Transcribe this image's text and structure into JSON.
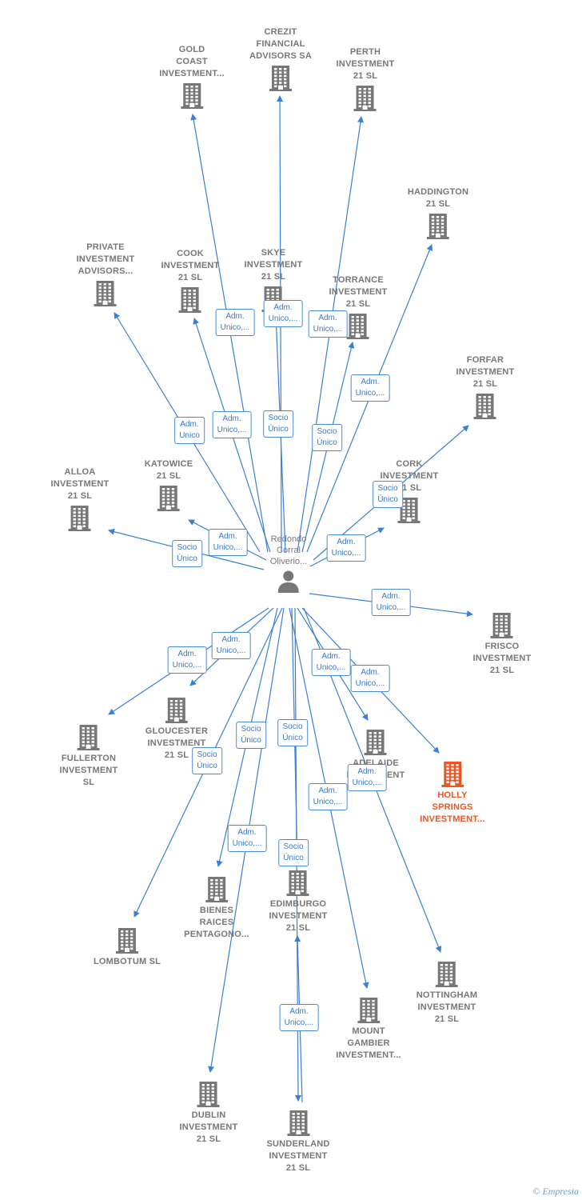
{
  "colors": {
    "edge": "#3a7fd5",
    "building": "#777777",
    "highlight": "#ee5522",
    "label": "#777777"
  },
  "center": {
    "label_lines": [
      "Redondo",
      "Corral",
      "Oliverio..."
    ],
    "icon": "person-icon"
  },
  "nodes": [
    {
      "id": "gold_coast",
      "lines": [
        "GOLD",
        "COAST",
        "INVESTMENT..."
      ]
    },
    {
      "id": "crezit",
      "lines": [
        "CREZIT",
        "FINANCIAL",
        "ADVISORS SA"
      ]
    },
    {
      "id": "perth",
      "lines": [
        "PERTH",
        "INVESTMENT",
        "21  SL"
      ]
    },
    {
      "id": "haddington",
      "lines": [
        "HADDINGTON",
        "21  SL"
      ]
    },
    {
      "id": "private",
      "lines": [
        "PRIVATE",
        "INVESTMENT",
        "ADVISORS..."
      ]
    },
    {
      "id": "cook",
      "lines": [
        "COOK",
        "INVESTMENT",
        "21  SL"
      ]
    },
    {
      "id": "skye",
      "lines": [
        "SKYE",
        "INVESTMENT",
        "21  SL"
      ]
    },
    {
      "id": "torrance",
      "lines": [
        "TORRANCE",
        "INVESTMENT",
        "21  SL"
      ]
    },
    {
      "id": "forfar",
      "lines": [
        "FORFAR",
        "INVESTMENT",
        "21  SL"
      ]
    },
    {
      "id": "katowice",
      "lines": [
        "KATOWICE",
        "21  SL"
      ]
    },
    {
      "id": "alloa",
      "lines": [
        "ALLOA",
        "INVESTMENT",
        "21  SL"
      ]
    },
    {
      "id": "cork",
      "lines": [
        "CORK",
        "INVESTMENT",
        "21  SL"
      ]
    },
    {
      "id": "frisco",
      "lines": [
        "FRISCO",
        "INVESTMENT",
        "21  SL"
      ]
    },
    {
      "id": "gloucester",
      "lines": [
        "GLOUCESTER",
        "INVESTMENT",
        "21  SL"
      ]
    },
    {
      "id": "fullerton",
      "lines": [
        "FULLERTON",
        "INVESTMENT",
        "SL"
      ]
    },
    {
      "id": "adelaide",
      "lines": [
        "ADELAIDE",
        "INVESTMENT"
      ]
    },
    {
      "id": "holly",
      "lines": [
        "HOLLY",
        "SPRINGS",
        "INVESTMENT..."
      ],
      "highlight": true
    },
    {
      "id": "bienes",
      "lines": [
        "BIENES",
        "RAICES",
        "PENTAGONO..."
      ]
    },
    {
      "id": "edimburgo",
      "lines": [
        "EDIMBURGO",
        "INVESTMENT",
        "21  SL"
      ]
    },
    {
      "id": "lombotum",
      "lines": [
        "LOMBOTUM  SL"
      ]
    },
    {
      "id": "nottingham",
      "lines": [
        "NOTTINGHAM",
        "INVESTMENT",
        "21  SL"
      ]
    },
    {
      "id": "mount",
      "lines": [
        "MOUNT",
        "GAMBIER",
        "INVESTMENT..."
      ]
    },
    {
      "id": "dublin",
      "lines": [
        "DUBLIN",
        "INVESTMENT",
        "21  SL"
      ]
    },
    {
      "id": "sunderland",
      "lines": [
        "SUNDERLAND",
        "INVESTMENT",
        "21  SL"
      ]
    }
  ],
  "edges": [
    {
      "to": "gold_coast",
      "lines": [
        "Adm.",
        "Unico,..."
      ]
    },
    {
      "to": "crezit",
      "lines": [
        "Adm.",
        "Unico,..."
      ]
    },
    {
      "to": "perth",
      "lines": [
        "Adm.",
        "Unico,..."
      ]
    },
    {
      "to": "haddington",
      "lines": [
        "Adm.",
        "Unico,..."
      ]
    },
    {
      "to": "private",
      "lines": [
        "Adm.",
        "Unico"
      ]
    },
    {
      "to": "cook",
      "lines": [
        "Adm.",
        "Unico,..."
      ]
    },
    {
      "to": "skye",
      "lines": [
        "Socio",
        "Único"
      ]
    },
    {
      "to": "torrance",
      "lines": [
        "Socio",
        "Único"
      ]
    },
    {
      "to": "forfar",
      "lines": [
        "Socio",
        "Único"
      ]
    },
    {
      "to": "katowice",
      "lines": [
        "Adm.",
        "Unico,..."
      ]
    },
    {
      "to": "alloa",
      "lines": [
        "Socio",
        "Único"
      ]
    },
    {
      "to": "cork",
      "lines": [
        "Adm.",
        "Unico,..."
      ]
    },
    {
      "to": "frisco",
      "lines": [
        "Adm.",
        "Unico,..."
      ]
    },
    {
      "to": "gloucester",
      "lines": [
        "Adm.",
        "Unico,..."
      ]
    },
    {
      "to": "fullerton",
      "lines": [
        "Adm.",
        "Unico,..."
      ]
    },
    {
      "to": "adelaide",
      "lines": [
        "Adm.",
        "Unico,..."
      ]
    },
    {
      "to": "holly",
      "lines": [
        "Adm.",
        "Unico,..."
      ]
    },
    {
      "to": "bienes",
      "lines": [
        "Adm.",
        "Unico,..."
      ]
    },
    {
      "to": "edimburgo",
      "lines": [
        "Socio",
        "Único"
      ]
    },
    {
      "to": "lombotum",
      "lines": [
        "Socio",
        "Único"
      ]
    },
    {
      "to": "nottingham",
      "lines": [
        "Adm.",
        "Unico,..."
      ]
    },
    {
      "to": "mount",
      "lines": [
        "Adm.",
        "Unico,..."
      ]
    },
    {
      "to": "dublin",
      "lines": [
        "Socio",
        "Único"
      ]
    },
    {
      "to": "sunderland",
      "lines": [
        "Socio",
        "Único"
      ]
    },
    {
      "to": "sunderland",
      "lines": [
        "Adm.",
        "Unico,..."
      ],
      "reverse": true
    }
  ],
  "credit": {
    "symbol": "©",
    "brand": "Empresia"
  }
}
